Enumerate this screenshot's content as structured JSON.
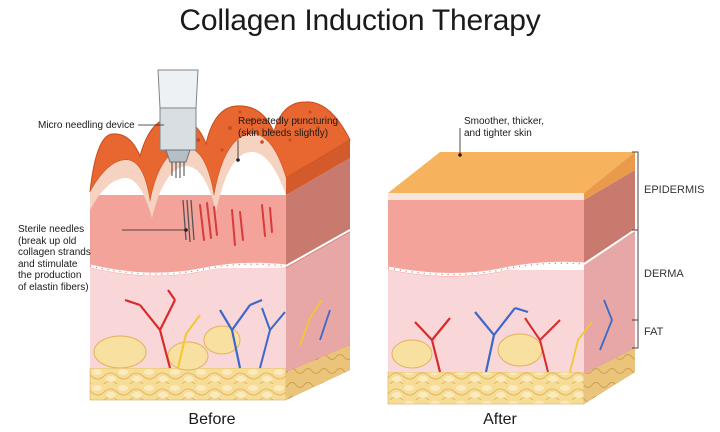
{
  "title": "Collagen Induction Therapy",
  "annotations": {
    "device": "Micro needling device",
    "puncturing": [
      "Repeatedly puncturing",
      "(skin bleeds slightly)"
    ],
    "needles": [
      "Sterile needles",
      "(break up old",
      "collagen strands",
      "and stimulate",
      "the production",
      "of elastin fibers)"
    ],
    "result": [
      "Smoother, thicker,",
      "and tighter skin"
    ]
  },
  "layers": {
    "epidermis": "EPIDERMIS",
    "derma": "DERMA",
    "fat": "FAT"
  },
  "captions": {
    "before": "Before",
    "after": "After"
  },
  "colors": {
    "epidermis_before": "#e8662f",
    "epidermis_after": "#f7b25e",
    "dermis": "#f4a39a",
    "dermis_side": "#c87a6e",
    "hypodermis": "#f9d6d8",
    "fat": "#f7e0a0",
    "artery": "#d92a2a",
    "vein": "#3d67c9",
    "nerve": "#f2c832"
  }
}
